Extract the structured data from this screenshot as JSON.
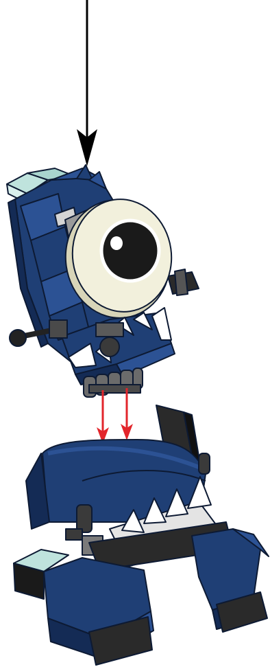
{
  "diagram": {
    "type": "assembly-instruction-step",
    "arrows": [
      {
        "id": "insertion-arrow",
        "color": "#000000"
      },
      {
        "id": "connector-arrow-left",
        "color": "#e2252b"
      },
      {
        "id": "connector-arrow-right",
        "color": "#e2252b"
      }
    ],
    "parts": [
      {
        "id": "upper-module",
        "label": ""
      },
      {
        "id": "lower-module",
        "label": ""
      }
    ]
  },
  "colors": {
    "brick_blue": "#1f3f75",
    "brick_blue_dark": "#142b55",
    "brick_blue_light": "#2c5294",
    "eye_white": "#f2f0dc",
    "pupil": "#1a1a1a",
    "tooth": "#ffffff",
    "gray_part": "#5a5a5a",
    "black_part": "#222222",
    "aqua_part": "#bfe3dd",
    "red_arrow": "#e2252b"
  }
}
